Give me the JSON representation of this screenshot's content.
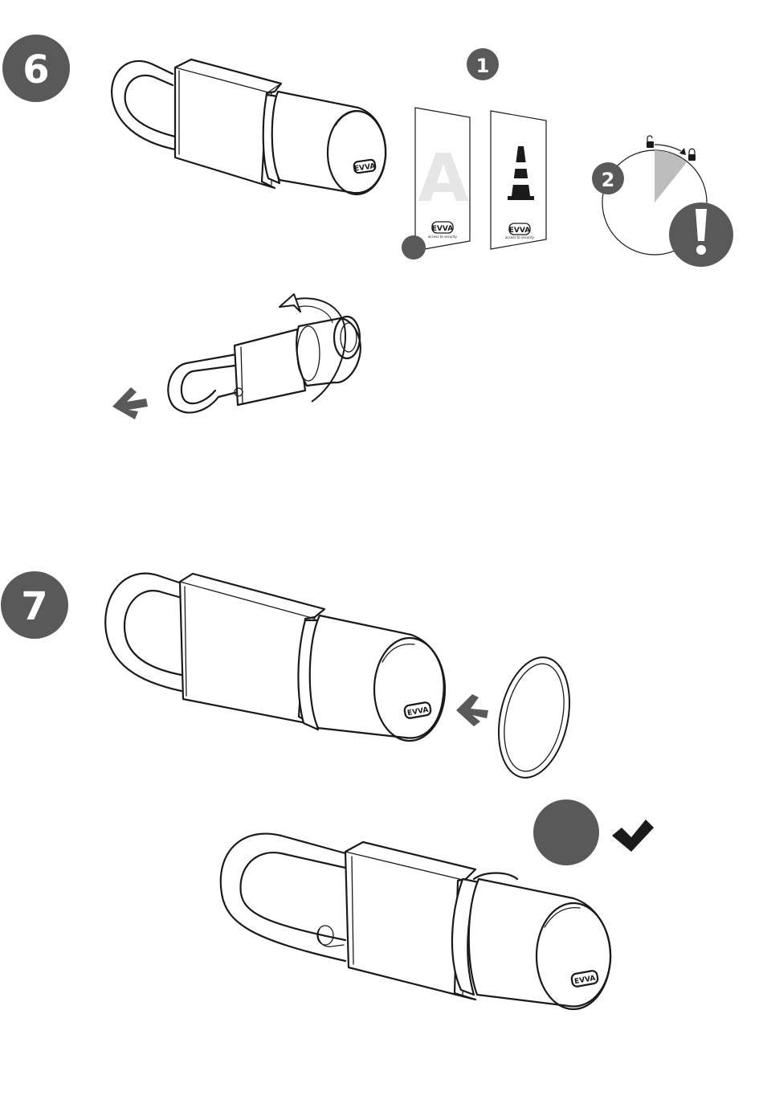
{
  "steps": [
    {
      "number": "6"
    },
    {
      "number": "7"
    }
  ],
  "sub_steps": {
    "first": "1",
    "second": "2"
  },
  "cards": {
    "card_a_letter": "A",
    "brand": "EVVA",
    "brand_tagline": "access to security"
  },
  "lock_brand": "EVVA",
  "colors": {
    "badge": "#595959",
    "line": "#1a1a1a",
    "timer_wedge": "#bdbdbd",
    "card_letter": "#e6e6e6",
    "background": "#ffffff"
  },
  "icons": {
    "warning": "exclamation-icon",
    "done": "checkmark-icon",
    "remove_direction": "arrow-left-icon",
    "insert_direction": "arrow-left-icon",
    "rotate": "rotate-arrow-icon",
    "unlocked": "padlock-open-icon",
    "locked": "padlock-closed-icon"
  }
}
